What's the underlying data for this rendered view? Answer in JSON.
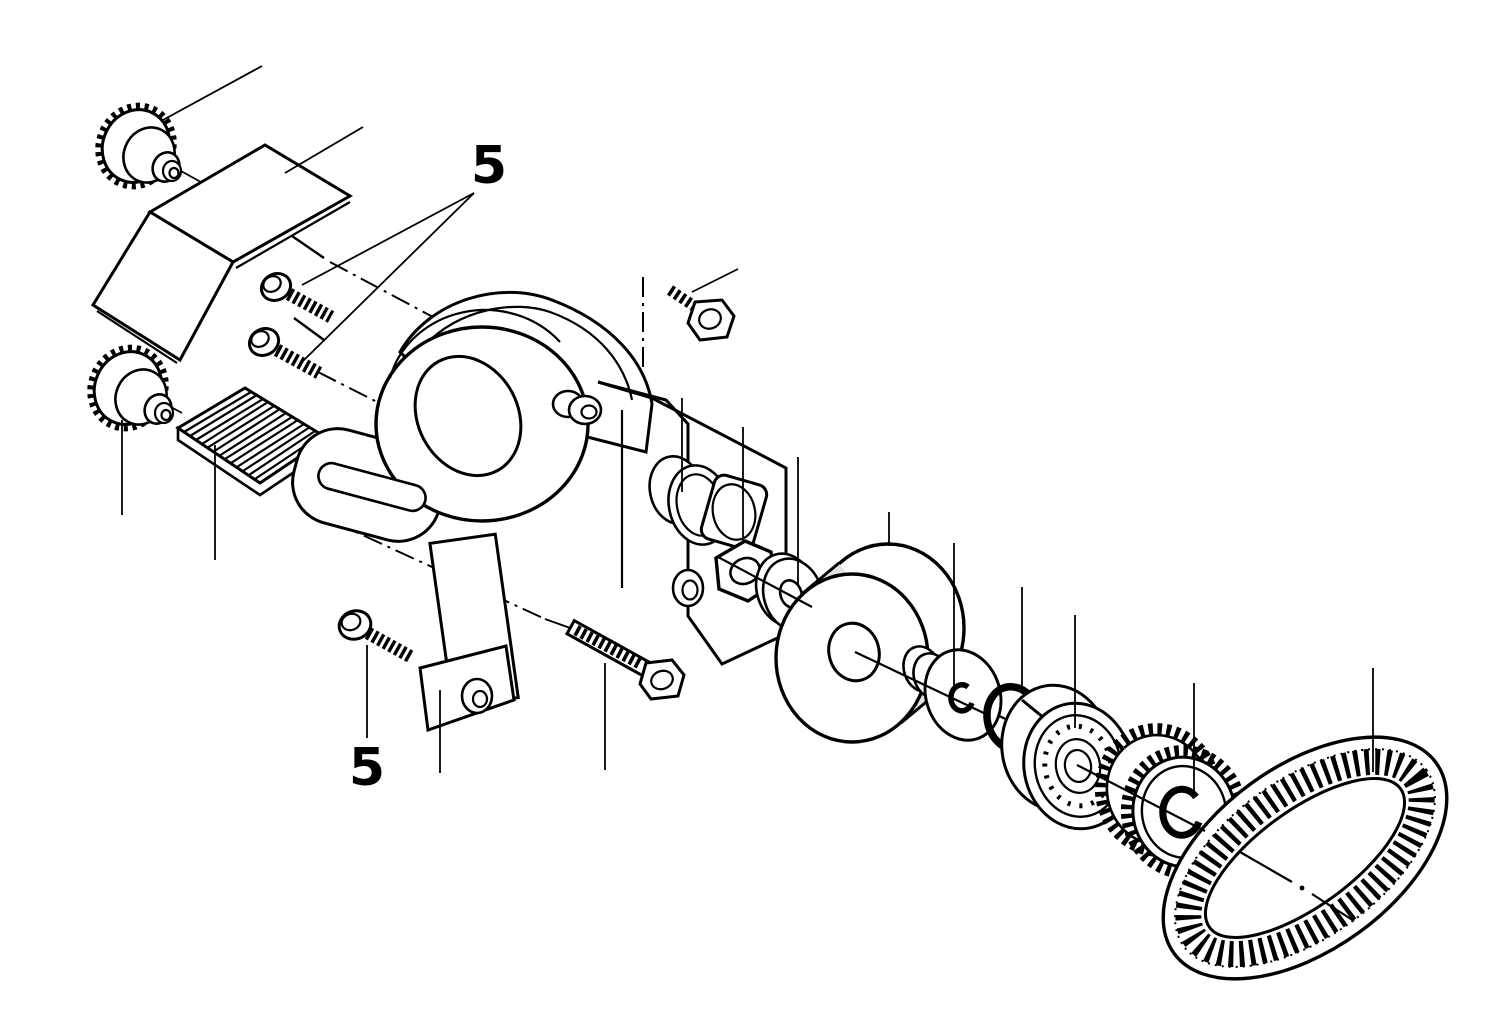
{
  "drawing": {
    "background": "#ffffff",
    "stroke_color": "#000000",
    "roller_fill": "#e3e3e3",
    "labels": {
      "screws_top": "5",
      "screw_bottom": "5"
    },
    "parts": [
      "clamp-knob-upper",
      "cover-plate",
      "screw-upper",
      "screw-lower",
      "clamp-knob-lower",
      "ribbed-insert-pad",
      "main-housing-bracket",
      "hex-bolt-short",
      "spindle-flange",
      "hex-nut",
      "flat-washer",
      "tension-roller",
      "flanged-bushing-washer",
      "retaining-circlip",
      "ball-bearing",
      "toothed-belt-pulley",
      "timing-belt",
      "hex-bolt-long",
      "screw-bottom"
    ]
  }
}
